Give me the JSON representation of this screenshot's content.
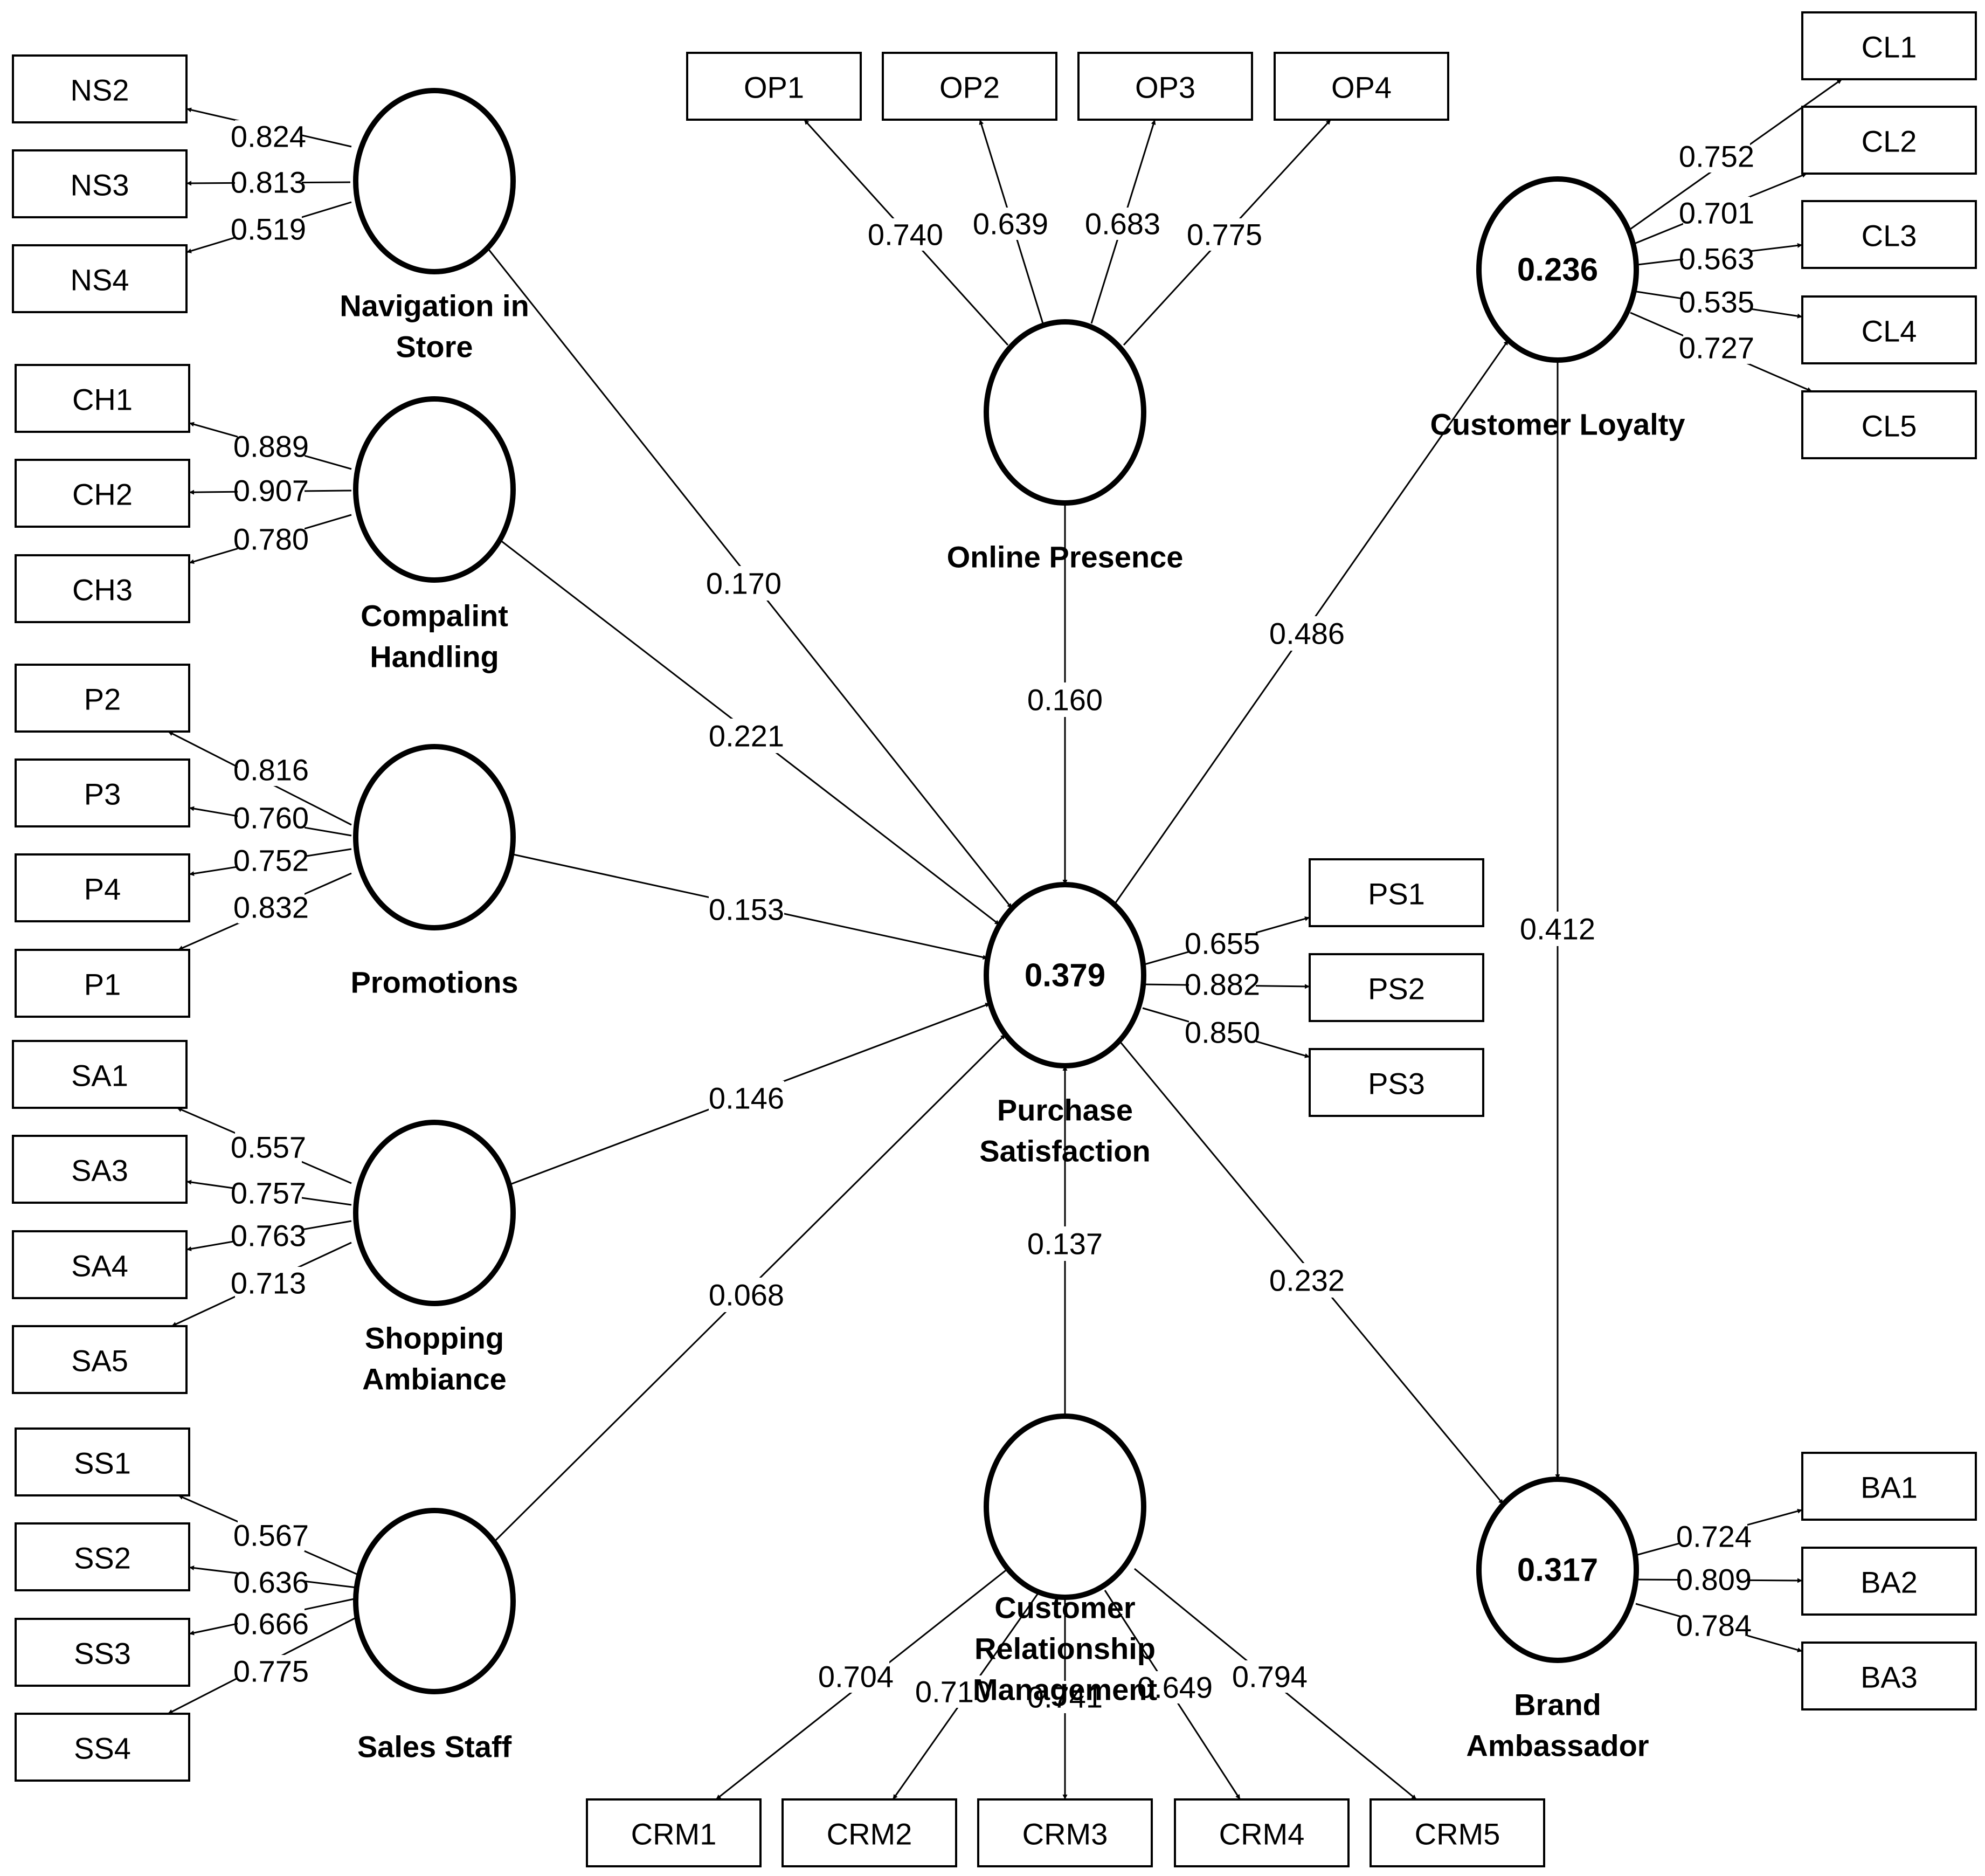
{
  "latents": {
    "NS": {
      "name": "Navigation in Store",
      "lines": [
        "Navigation in",
        "Store"
      ],
      "r2": ""
    },
    "CH": {
      "name": "Compalint Handling",
      "lines": [
        "Compalint",
        "Handling"
      ],
      "r2": ""
    },
    "P": {
      "name": "Promotions",
      "lines": [
        "Promotions"
      ],
      "r2": ""
    },
    "SA": {
      "name": "Shopping Ambiance",
      "lines": [
        "Shopping",
        "Ambiance"
      ],
      "r2": ""
    },
    "SS": {
      "name": "Sales Staff",
      "lines": [
        "Sales Staff"
      ],
      "r2": ""
    },
    "OP": {
      "name": "Online Presence",
      "lines": [
        "Online Presence"
      ],
      "r2": ""
    },
    "PS": {
      "name": "Purchase Satisfaction",
      "lines": [
        "Purchase",
        "Satisfaction"
      ],
      "r2": "0.379"
    },
    "CRM": {
      "name": "Customer Relationship Management",
      "lines": [
        "Customer",
        "Relationship",
        "Management"
      ],
      "r2": ""
    },
    "CL": {
      "name": "Customer Loyalty",
      "lines": [
        "Customer Loyalty"
      ],
      "r2": "0.236"
    },
    "BA": {
      "name": "Brand Ambassador",
      "lines": [
        "Brand",
        "Ambassador"
      ],
      "r2": "0.317"
    }
  },
  "loadings": {
    "NS": [
      {
        "item": "NS2",
        "value": "0.824"
      },
      {
        "item": "NS3",
        "value": "0.813"
      },
      {
        "item": "NS4",
        "value": "0.519"
      }
    ],
    "CH": [
      {
        "item": "CH1",
        "value": "0.889"
      },
      {
        "item": "CH2",
        "value": "0.907"
      },
      {
        "item": "CH3",
        "value": "0.780"
      }
    ],
    "P": [
      {
        "item": "P2",
        "value": "0.816"
      },
      {
        "item": "P3",
        "value": "0.760"
      },
      {
        "item": "P4",
        "value": "0.752"
      },
      {
        "item": "P1",
        "value": "0.832"
      }
    ],
    "SA": [
      {
        "item": "SA1",
        "value": "0.557"
      },
      {
        "item": "SA3",
        "value": "0.757"
      },
      {
        "item": "SA4",
        "value": "0.763"
      },
      {
        "item": "SA5",
        "value": "0.713"
      }
    ],
    "SS": [
      {
        "item": "SS1",
        "value": "0.567"
      },
      {
        "item": "SS2",
        "value": "0.636"
      },
      {
        "item": "SS3",
        "value": "0.666"
      },
      {
        "item": "SS4",
        "value": "0.775"
      }
    ],
    "OP": [
      {
        "item": "OP1",
        "value": "0.740"
      },
      {
        "item": "OP2",
        "value": "0.639"
      },
      {
        "item": "OP3",
        "value": "0.683"
      },
      {
        "item": "OP4",
        "value": "0.775"
      }
    ],
    "CL": [
      {
        "item": "CL1",
        "value": "0.752"
      },
      {
        "item": "CL2",
        "value": "0.701"
      },
      {
        "item": "CL3",
        "value": "0.563"
      },
      {
        "item": "CL4",
        "value": "0.535"
      },
      {
        "item": "CL5",
        "value": "0.727"
      }
    ],
    "PS": [
      {
        "item": "PS1",
        "value": "0.655"
      },
      {
        "item": "PS2",
        "value": "0.882"
      },
      {
        "item": "PS3",
        "value": "0.850"
      }
    ],
    "BA": [
      {
        "item": "BA1",
        "value": "0.724"
      },
      {
        "item": "BA2",
        "value": "0.809"
      },
      {
        "item": "BA3",
        "value": "0.784"
      }
    ],
    "CRM": [
      {
        "item": "CRM1",
        "value": "0.704"
      },
      {
        "item": "CRM2",
        "value": "0.710"
      },
      {
        "item": "CRM3",
        "value": "0.741"
      },
      {
        "item": "CRM4",
        "value": "0.649"
      },
      {
        "item": "CRM5",
        "value": "0.794"
      }
    ]
  },
  "paths": [
    {
      "from": "NS",
      "to": "PS",
      "value": "0.170"
    },
    {
      "from": "CH",
      "to": "PS",
      "value": "0.221"
    },
    {
      "from": "P",
      "to": "PS",
      "value": "0.153"
    },
    {
      "from": "SA",
      "to": "PS",
      "value": "0.146"
    },
    {
      "from": "SS",
      "to": "PS",
      "value": "0.068"
    },
    {
      "from": "OP",
      "to": "PS",
      "value": "0.160"
    },
    {
      "from": "CRM",
      "to": "PS",
      "value": "0.137"
    },
    {
      "from": "PS",
      "to": "CL",
      "value": "0.486"
    },
    {
      "from": "PS",
      "to": "BA",
      "value": "0.232"
    },
    {
      "from": "CL",
      "to": "BA",
      "value": "0.412"
    }
  ]
}
